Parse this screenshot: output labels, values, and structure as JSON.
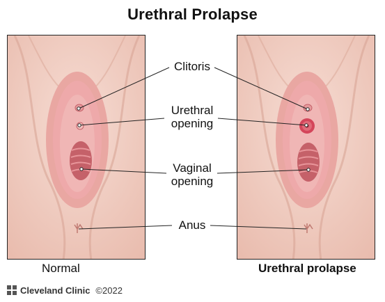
{
  "title": "Urethral Prolapse",
  "labels": {
    "clitoris": "Clitoris",
    "urethral_opening_line1": "Urethral",
    "urethral_opening_line2": "opening",
    "vaginal_opening_line1": "Vaginal",
    "vaginal_opening_line2": "opening",
    "anus": "Anus"
  },
  "captions": {
    "left": "Normal",
    "right": "Urethral prolapse"
  },
  "footer": {
    "brand": "Cleveland Clinic",
    "copyright": "©2022"
  },
  "colors": {
    "skin": "#f2d2c8",
    "skin_shadow": "#d9a596",
    "tissue": "#e8959a",
    "tissue_dark": "#c56169",
    "prolapse": "#d4455a"
  }
}
